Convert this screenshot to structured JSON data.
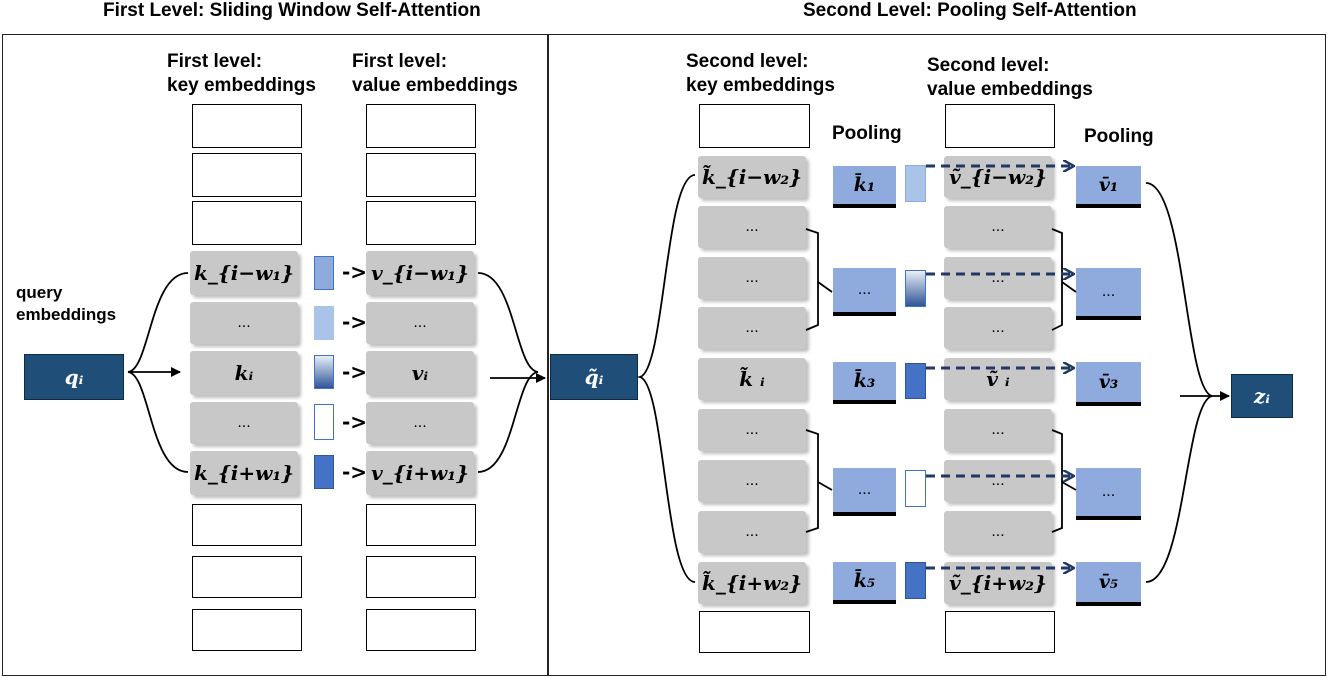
{
  "titles": {
    "left": "First Level: Sliding Window Self-Attention",
    "right": "Second Level: Pooling Self-Attention"
  },
  "left": {
    "key_header": [
      "First level:",
      "key embeddings"
    ],
    "value_header": [
      "First level:",
      "value embeddings"
    ],
    "query_label": [
      "query",
      "embeddings"
    ],
    "query": "qᵢ",
    "keys": [
      "k_{i−w₁}",
      "...",
      "kᵢ",
      "...",
      "k_{i+w₁}"
    ],
    "values": [
      "v_{i−w₁}",
      "...",
      "vᵢ",
      "...",
      "v_{i+w₁}"
    ],
    "arrow": "->"
  },
  "right": {
    "key_header": [
      "Second level:",
      "key embeddings"
    ],
    "value_header": [
      "Second level:",
      "value embeddings"
    ],
    "pooling_label": "Pooling",
    "query": "q̃ᵢ",
    "output": "zᵢ",
    "keys": [
      "k̃_{i−w₂}",
      "...",
      "...",
      "...",
      "k̃ ᵢ",
      "...",
      "...",
      "...",
      "k̃_{i+w₂}"
    ],
    "values": [
      "ṽ_{i−w₂}",
      "...",
      "...",
      "...",
      "ṽ ᵢ",
      "...",
      "...",
      "...",
      "ṽ_{i+w₂}"
    ],
    "pooled_keys": [
      "k̄₁",
      "...",
      "k̄₃",
      "...",
      "k̄₅"
    ],
    "pooled_values": [
      "v̄₁",
      "...",
      "v̄₃",
      "...",
      "v̄₅"
    ]
  },
  "colors": {
    "navy": "#1f4e79",
    "light_blue": "#8faadc",
    "gray": "#c8c8c8",
    "mid_blue": "#4472c4",
    "dashed_arrow": "#1f3864"
  }
}
